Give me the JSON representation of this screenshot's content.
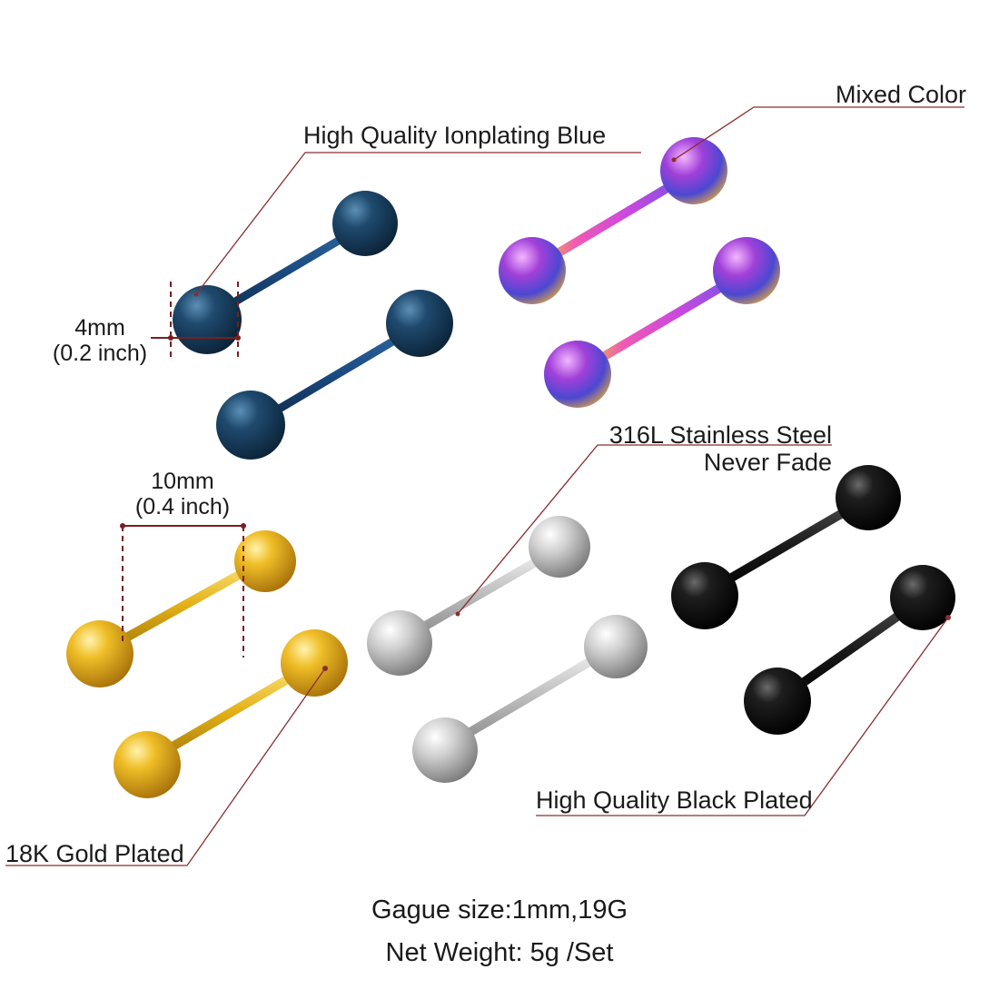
{
  "labels": {
    "mixed_color": "Mixed Color",
    "blue": "High Quality Ionplating Blue",
    "steel_line1": "316L Stainless Steel",
    "steel_line2": "Never Fade",
    "black": "High Quality Black Plated",
    "gold": "18K Gold Plated"
  },
  "dimensions": {
    "ball_diameter": "4mm",
    "ball_diameter_inch": "(0.2 inch)",
    "bar_length": "10mm",
    "bar_length_inch": "(0.4 inch)"
  },
  "specs": {
    "gauge": "Gague size:1mm,19G",
    "weight": "Net Weight: 5g /Set"
  },
  "colors": {
    "leader_line": "#8b2e2e",
    "dimension_marker": "#7a1f1f",
    "blue_finish": "#1f4a6e",
    "gold_finish": "#e2b015",
    "silver_finish": "#c8c8c8",
    "black_finish": "#1a1a1a",
    "rainbow_finish": [
      "#5b3fd0",
      "#c83fd0",
      "#f0c040"
    ]
  }
}
